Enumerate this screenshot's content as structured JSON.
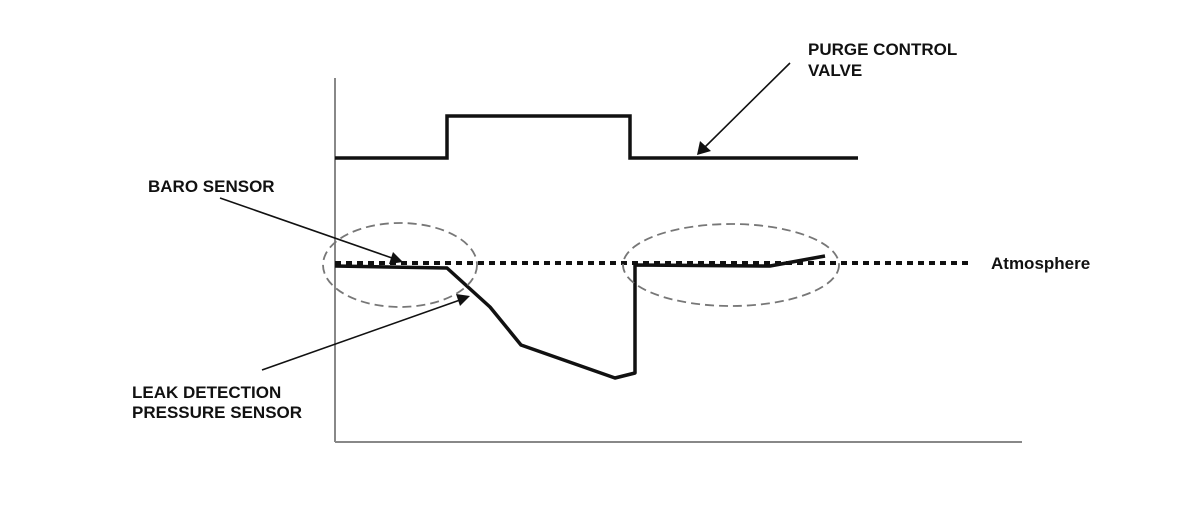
{
  "labels": {
    "purge_line1": "PURGE CONTROL",
    "purge_line2": "VALVE",
    "baro": "BARO SENSOR",
    "leak_line1": "LEAK DETECTION",
    "leak_line2": "PRESSURE SENSOR",
    "atmosphere": "Atmosphere"
  },
  "colors": {
    "ink": "#111111",
    "dashed_ellipse": "#777777"
  }
}
